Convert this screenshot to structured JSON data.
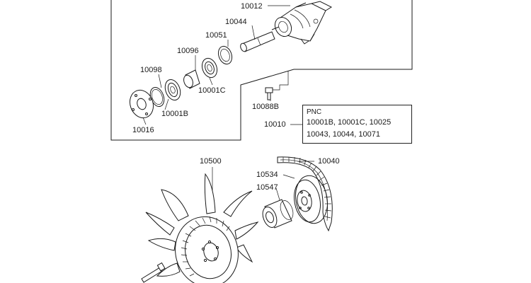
{
  "labels": {
    "l10012": "10012",
    "l10044": "10044",
    "l10051": "10051",
    "l10096": "10096",
    "l10098": "10098",
    "l10001c": "10001C",
    "l10001b": "10001B",
    "l10016": "10016",
    "l10088b": "10088B",
    "l10010": "10010",
    "l10500": "10500",
    "l10040": "10040",
    "l10534": "10534",
    "l10547": "10547"
  },
  "pnc": {
    "title": "PNC",
    "line1": "10001B,  10001C,  10025",
    "line2": "10043,  10044,  10071"
  },
  "colors": {
    "ink": "#1a1a1a",
    "background": "#ffffff"
  }
}
